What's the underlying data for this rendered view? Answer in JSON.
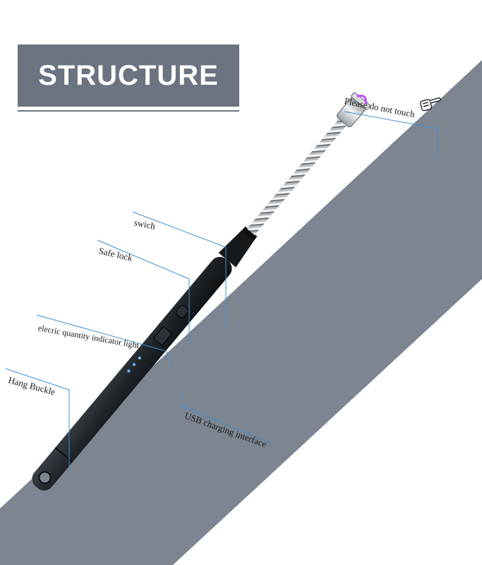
{
  "title": "STRUCTURE",
  "labels": {
    "do_not_touch": "Please do not touch",
    "switch": "swich",
    "safe_lock": "Safe lock",
    "indicator_light": "elecric quantity indicator light",
    "hang_buckle": "Hang Buckle",
    "usb_interface": "USB charging interface"
  },
  "colors": {
    "band": "#7d8590",
    "title_bg": "#6b7480",
    "leader_line": "#3a8fd4",
    "body": "#1f2428",
    "arc": "#c04cff",
    "led": "#5a9cff"
  },
  "icons": {
    "hand": "pointing-hand-icon"
  }
}
